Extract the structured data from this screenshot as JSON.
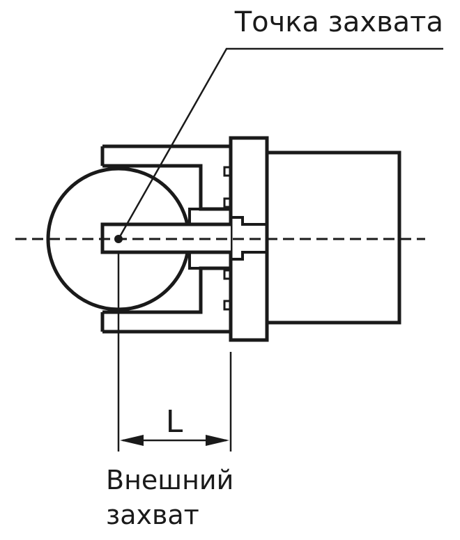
{
  "labels": {
    "grip_point": "Точка захвата",
    "dimension": "L",
    "external_grip_line1": "Внешний",
    "external_grip_line2": "захват"
  },
  "colors": {
    "stroke": "#1a1a1a",
    "background": "#ffffff"
  }
}
